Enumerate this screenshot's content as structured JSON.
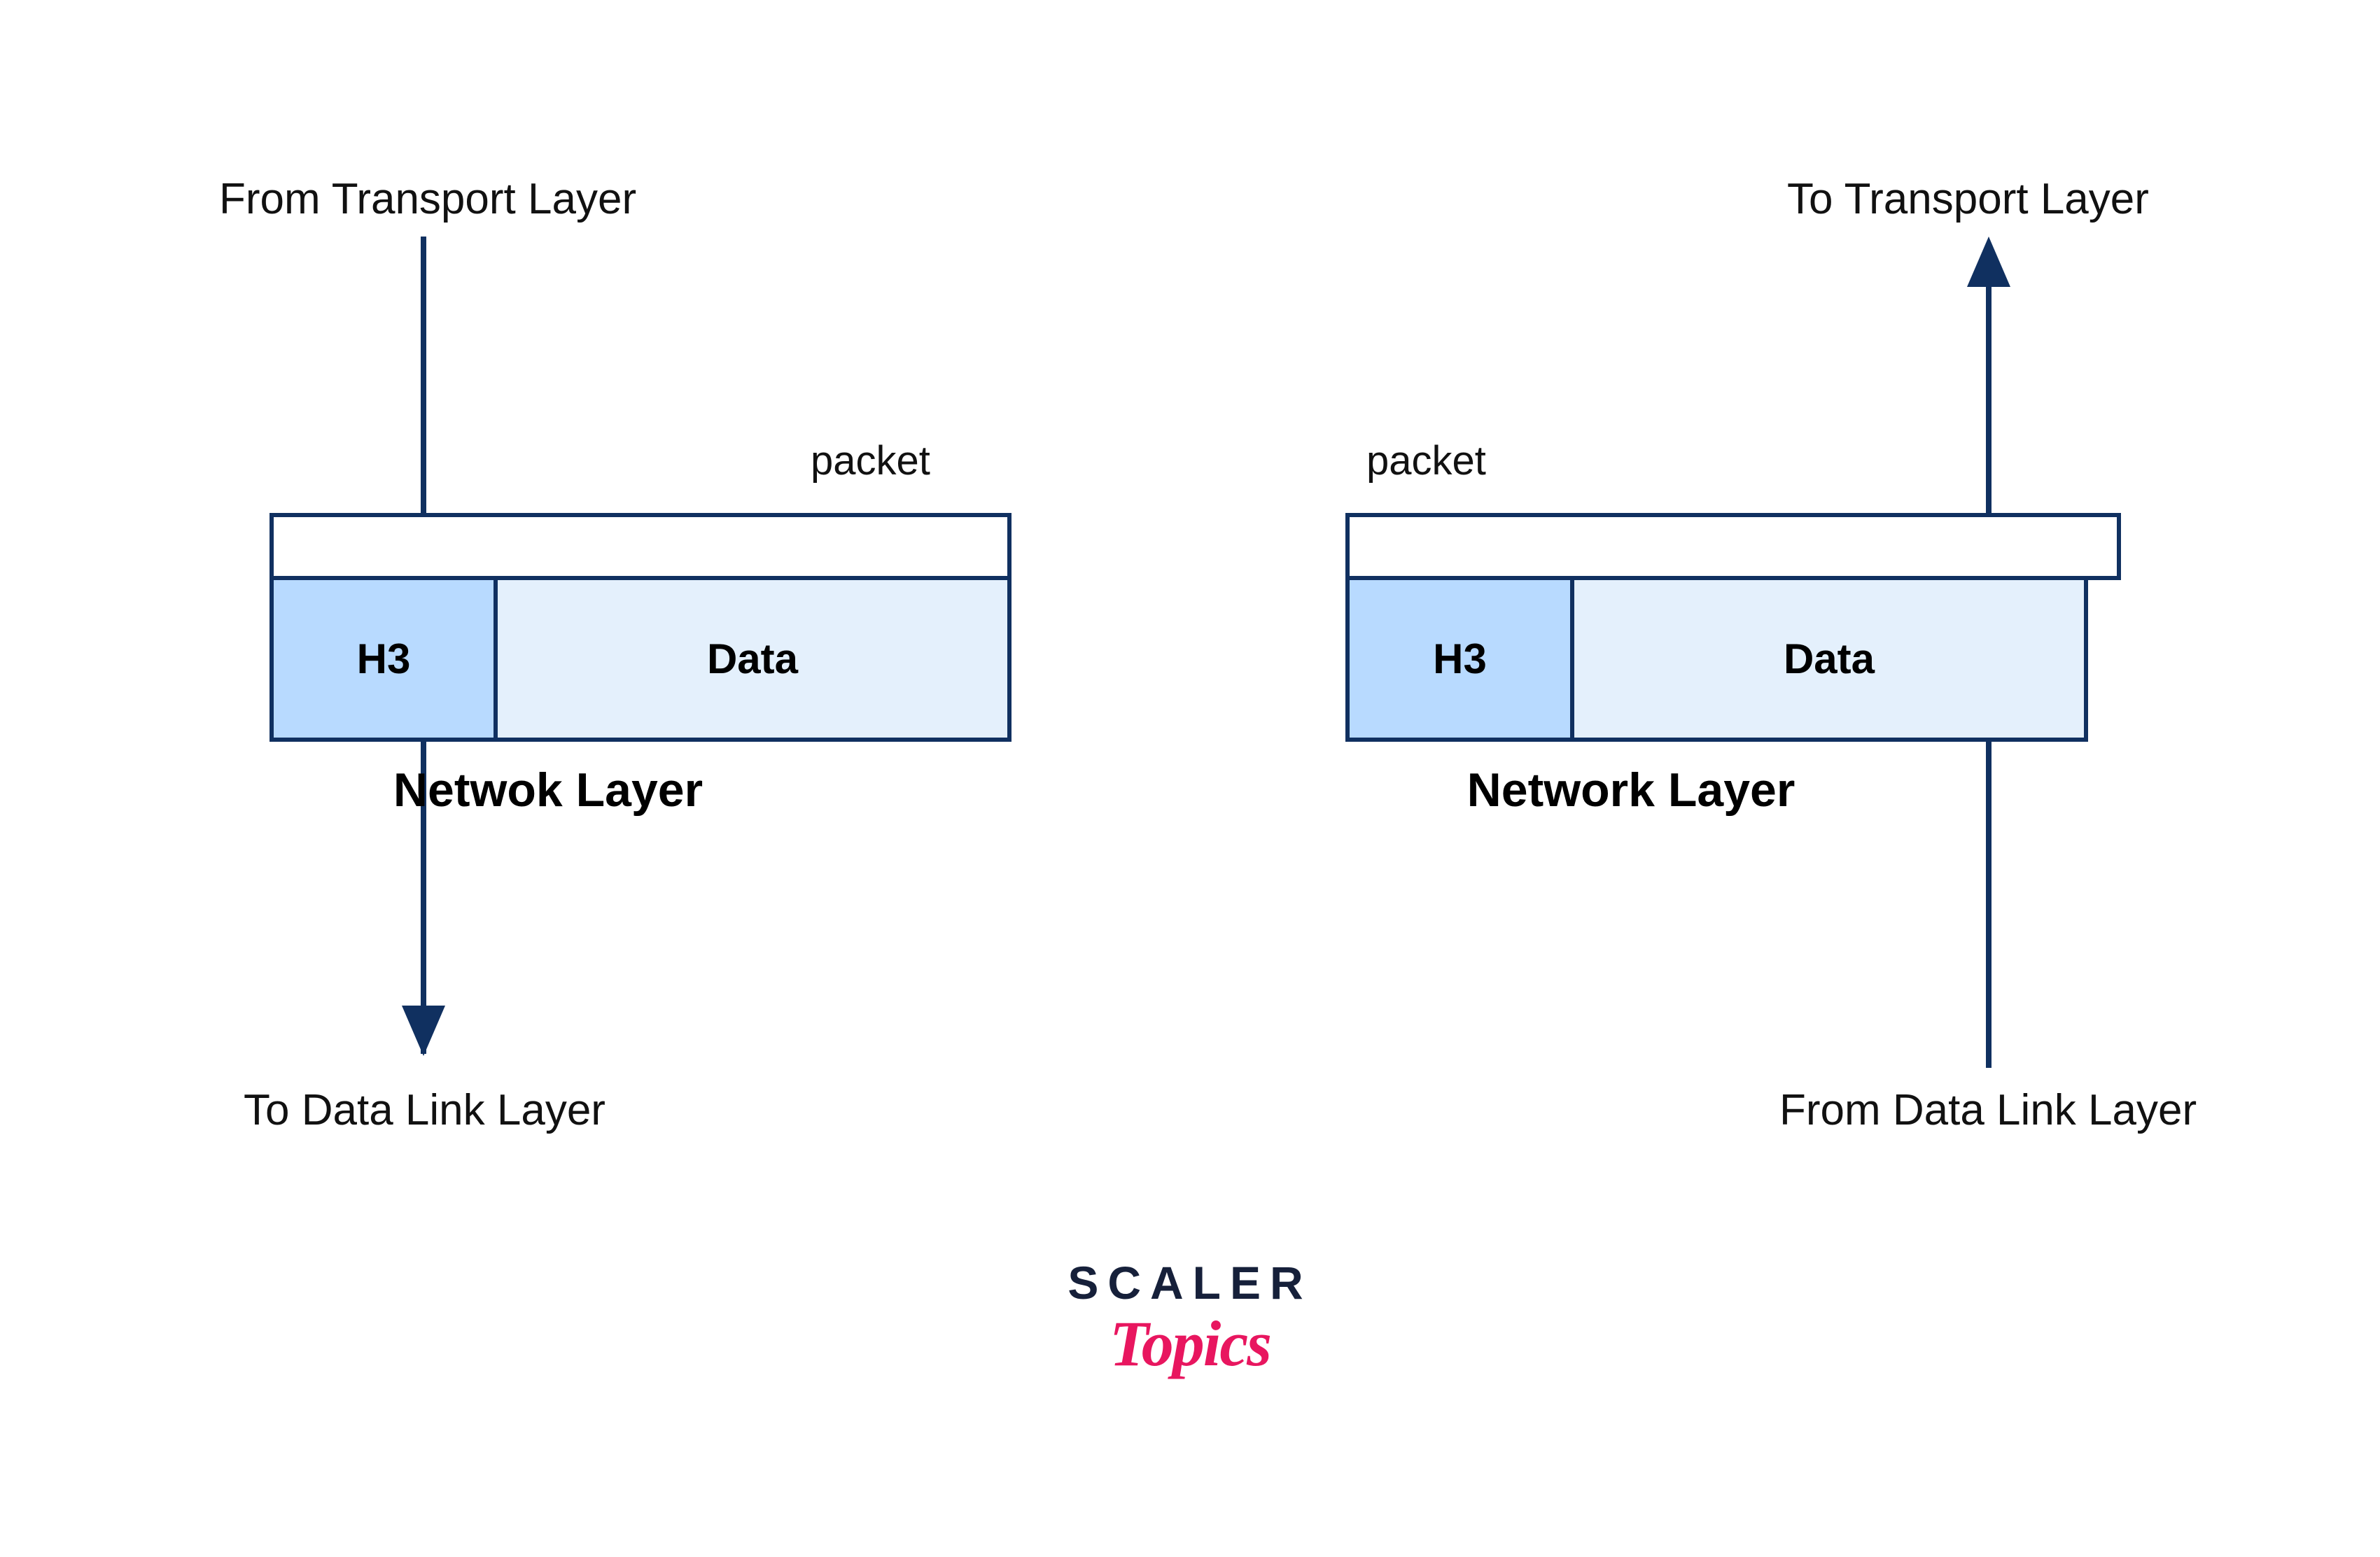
{
  "diagram": {
    "title": "Network Layer packet flow (sending and receiving)",
    "colors": {
      "line": "#103060",
      "header_fill": "#b8daff",
      "data_fill": "#e4f0fc",
      "text": "#111111",
      "logo_dark": "#16203a",
      "logo_pink": "#e8165f"
    },
    "left": {
      "top_label": "From Transport Layer",
      "packet_label": "packet",
      "header_cell": "H3",
      "data_cell": "Data",
      "layer_label": "Netwok Layer",
      "bottom_label": "To Data Link Layer",
      "flow_direction": "downward"
    },
    "right": {
      "top_label": "To Transport Layer",
      "packet_label": "packet",
      "header_cell": "H3",
      "data_cell": "Data",
      "layer_label": "Network Layer",
      "bottom_label": "From Data Link Layer",
      "flow_direction": "upward"
    }
  },
  "logo": {
    "line1": "SCALER",
    "line2": "Topics"
  }
}
